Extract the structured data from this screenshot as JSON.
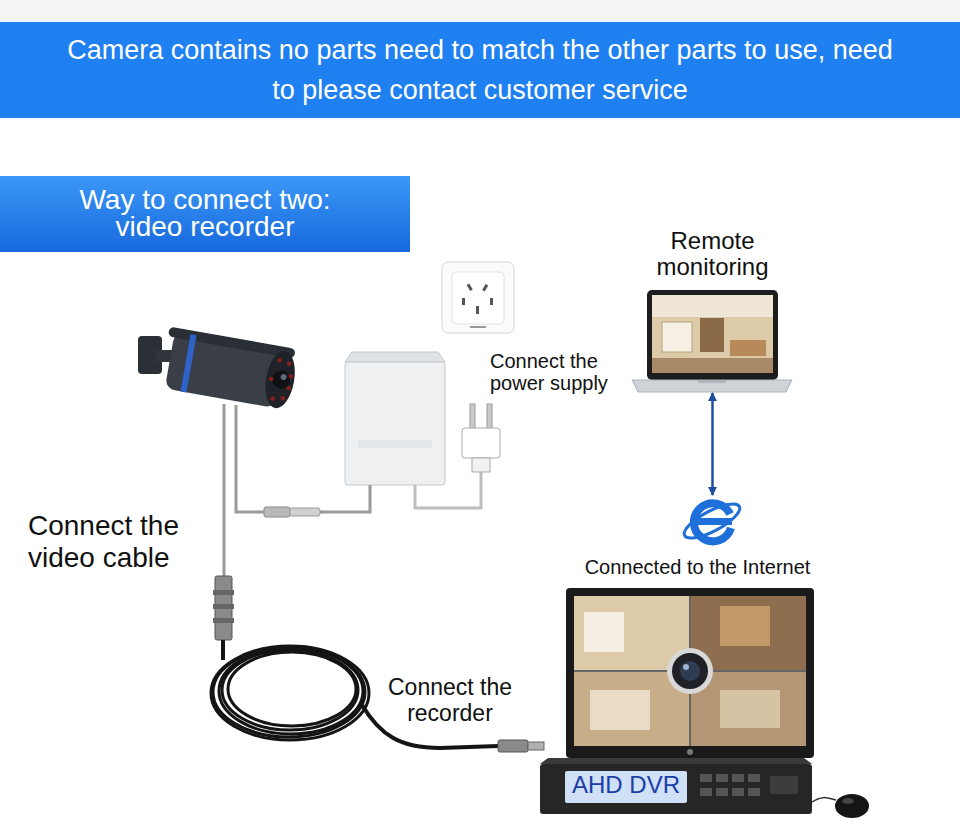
{
  "diagram": {
    "nodes": [
      {
        "text": [
          "Camera contains no parts need to match the other parts to use, need to please contact customer service"
        ]
      },
      {
        "text": [
          "Way to connect two: video recorder"
        ]
      },
      {
        "text": [
          "Remote monitoring"
        ]
      },
      {
        "text": [
          "Connected to the Internet"
        ]
      },
      {
        "text": [
          "AHD DVR"
        ]
      }
    ],
    "edges": [
      {
        "from": 2,
        "to": 3,
        "arrow": "both"
      }
    ],
    "labels": [
      "Connect the power supply",
      "Connect the video cable",
      "Connect the recorder"
    ]
  }
}
